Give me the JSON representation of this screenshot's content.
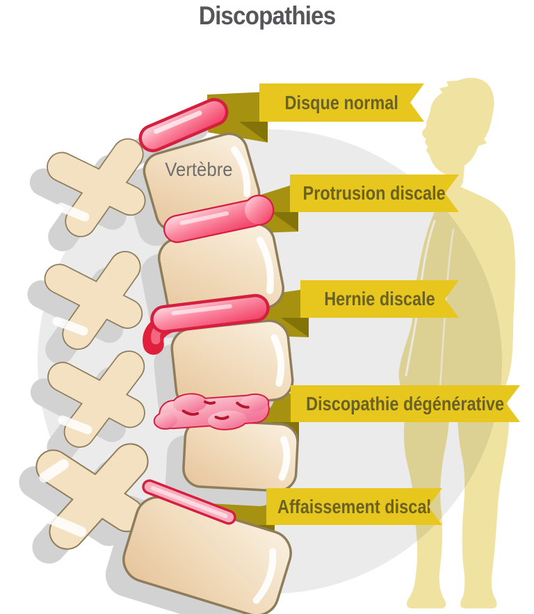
{
  "title": "Discopathies",
  "diagram": {
    "vertebra_label": "Vertèbre",
    "conditions": [
      "Disque normal",
      "Protrusion discale",
      "Hernie discale",
      "Discopathie dégénérative",
      "Affaissement discal"
    ]
  },
  "colors": {
    "banner": "#e7c61e",
    "banner_text": "#6a6124",
    "ribbon_back": "#a69110",
    "ribbon_fold": "#837308",
    "silhouette": "#f0e2a0",
    "circle_bg": "#ebebeb",
    "disc_pink": "#f3496e",
    "disc_outline": "#d51f3f",
    "bone_fill": "#f0d9b8",
    "bone_outline": "#8e7d5b",
    "title_text": "#56565a",
    "vertebra_text": "#6e6e6e",
    "shadow": "#d2d2d2"
  }
}
